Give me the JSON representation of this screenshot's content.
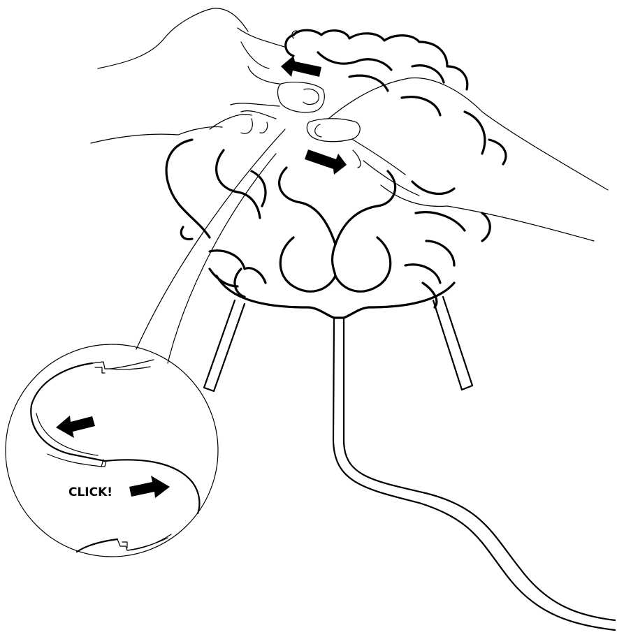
{
  "callout": {
    "label": "CLICK!"
  },
  "colors": {
    "line": "#000000",
    "background": "#ffffff"
  },
  "icons": {
    "direction_arrows": "black-arrow",
    "hands": "hand-drawing",
    "lamp": "petal-lamp-drawing"
  }
}
